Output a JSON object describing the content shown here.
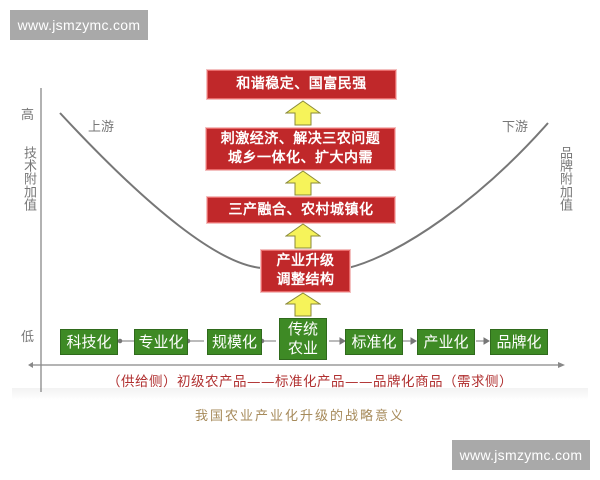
{
  "watermark": {
    "top": "www.jsmzymc.com",
    "bottom": "www.jsmzymc.com"
  },
  "axes": {
    "y_high": "高",
    "y_low": "低",
    "y_left_label": "技术附加值",
    "y_right_label": "品牌附加值",
    "upstream": "上游",
    "downstream": "下游"
  },
  "ladder": [
    {
      "id": "top",
      "lines": [
        "和谐稳定、国富民强"
      ]
    },
    {
      "id": "level3",
      "lines": [
        "刺激经济、解决三农问题",
        "城乡一体化、扩大内需"
      ]
    },
    {
      "id": "level2",
      "lines": [
        "三产融合、农村城镇化"
      ]
    },
    {
      "id": "level1",
      "lines": [
        "产业升级",
        "调整结构"
      ]
    }
  ],
  "center_node": {
    "lines": [
      "传统",
      "农业"
    ]
  },
  "left_chain": [
    "科技化",
    "专业化",
    "规模化"
  ],
  "right_chain": [
    "标准化",
    "产业化",
    "品牌化"
  ],
  "x_axis_text": "（供给侧）初级农产品——标准化产品——品牌化商品（需求侧）",
  "caption": "我国农业产业化升级的战略意义",
  "colors": {
    "red_box": "#c0282a",
    "green_box": "#3e8a25",
    "arrow_fill": "#f6f35a",
    "axis_gray": "#888888",
    "bottom_text": "#b03030",
    "caption": "#a68a5a",
    "watermark_bg": "#a9a9a9"
  }
}
